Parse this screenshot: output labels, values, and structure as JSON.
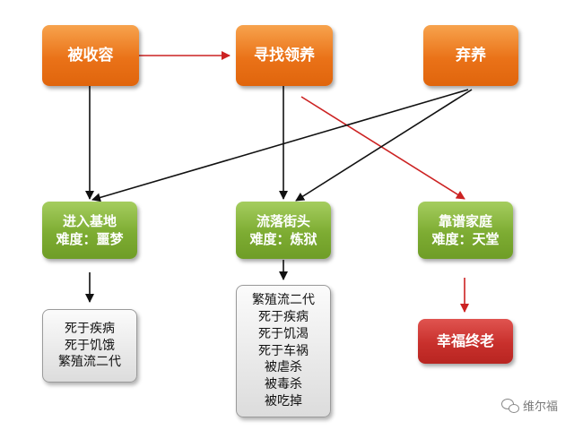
{
  "nodes": {
    "adopted": "被收容",
    "seek_adoption": "寻找领养",
    "abandoned": "弃养",
    "shelter": {
      "title": "进入基地",
      "difficulty": "难度：噩梦"
    },
    "street": {
      "title": "流落街头",
      "difficulty": "难度：炼狱"
    },
    "family": {
      "title": "靠谱家庭",
      "difficulty": "难度：天堂"
    },
    "shelter_outcomes": [
      "死于疾病",
      "死于饥饿",
      "繁殖流二代"
    ],
    "street_outcomes": [
      "繁殖流二代",
      "死于疾病",
      "死于饥渴",
      "死于车祸",
      "被虐杀",
      "被毒杀",
      "被吃掉"
    ],
    "happy_end": "幸福终老"
  },
  "watermark": "维尔福",
  "colors": {
    "orange": "#ea7218",
    "green": "#7dac32",
    "gray": "#dcdcdc",
    "red": "#c8302c",
    "arrow_black": "#111111",
    "arrow_red": "#cc2222"
  }
}
